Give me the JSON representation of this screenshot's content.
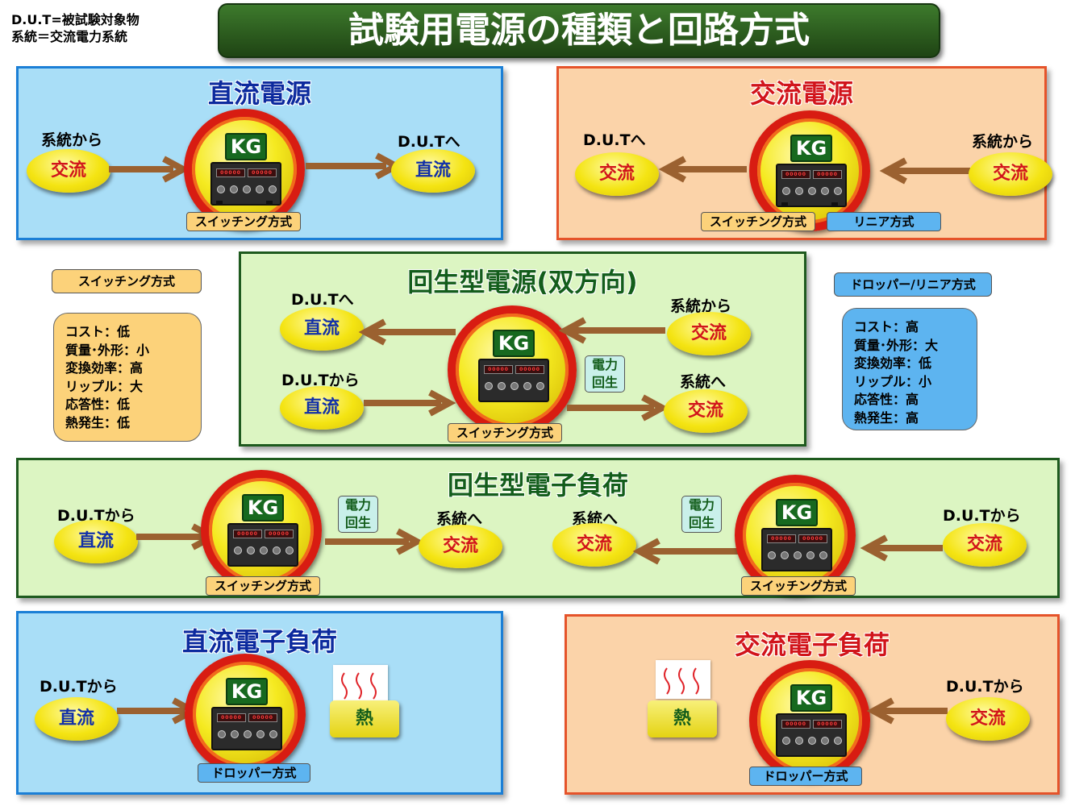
{
  "legend": {
    "line1": "D.U.T=被試験対象物",
    "line2": "系統＝交流電力系統"
  },
  "title": "試験用電源の種類と回路方式",
  "colors": {
    "arrow": "#9b6130",
    "blue_panel": "#a9def7",
    "orange_panel": "#fbd3a9",
    "green_panel": "#dcf5c2",
    "ring": "#d81c12"
  },
  "device": {
    "logo": "KG",
    "display": "00000",
    "icon": "power-supply-unit-icon"
  },
  "dc_supply": {
    "title": "直流電源",
    "from_label": "系統から",
    "input": "交流",
    "to_label": "D.U.Tへ",
    "output": "直流",
    "method": "スイッチング方式"
  },
  "ac_supply": {
    "title": "交流電源",
    "to_label": "D.U.Tへ",
    "output": "交流",
    "from_label": "系統から",
    "input": "交流",
    "method1": "スイッチング方式",
    "method2": "リニア方式"
  },
  "regen_supply": {
    "title": "回生型電源(双方向)",
    "to_dut_label": "D.U.Tへ",
    "to_dut_value": "直流",
    "from_dut_label": "D.U.Tから",
    "from_dut_value": "直流",
    "from_grid_label": "系統から",
    "from_grid_value": "交流",
    "to_grid_label": "系統へ",
    "to_grid_value": "交流",
    "power_regen": "電力回生",
    "method": "スイッチング方式"
  },
  "switching_spec": {
    "header": "スイッチング方式",
    "items": [
      "コスト：低",
      "質量･外形：小",
      "変換効率：高",
      "リップル：大",
      "応答性：低",
      "熱発生：低"
    ]
  },
  "dropper_spec": {
    "header": "ドロッパー/リニア方式",
    "items": [
      "コスト：高",
      "質量･外形：大",
      "変換効率：低",
      "リップル：小",
      "応答性：高",
      "熱発生：高"
    ]
  },
  "regen_load": {
    "title": "回生型電子負荷",
    "left": {
      "from_label": "D.U.Tから",
      "input": "直流",
      "power_regen": "電力回生",
      "to_label": "系統へ",
      "output": "交流",
      "method": "スイッチング方式"
    },
    "right": {
      "to_label": "系統へ",
      "output": "交流",
      "power_regen": "電力回生",
      "from_label": "D.U.Tから",
      "input": "交流",
      "method": "スイッチング方式"
    }
  },
  "dc_load": {
    "title": "直流電子負荷",
    "from_label": "D.U.Tから",
    "input": "直流",
    "heat": "熱",
    "method": "ドロッパー方式"
  },
  "ac_load": {
    "title": "交流電子負荷",
    "from_label": "D.U.Tから",
    "input": "交流",
    "heat": "熱",
    "method": "ドロッパー方式"
  }
}
